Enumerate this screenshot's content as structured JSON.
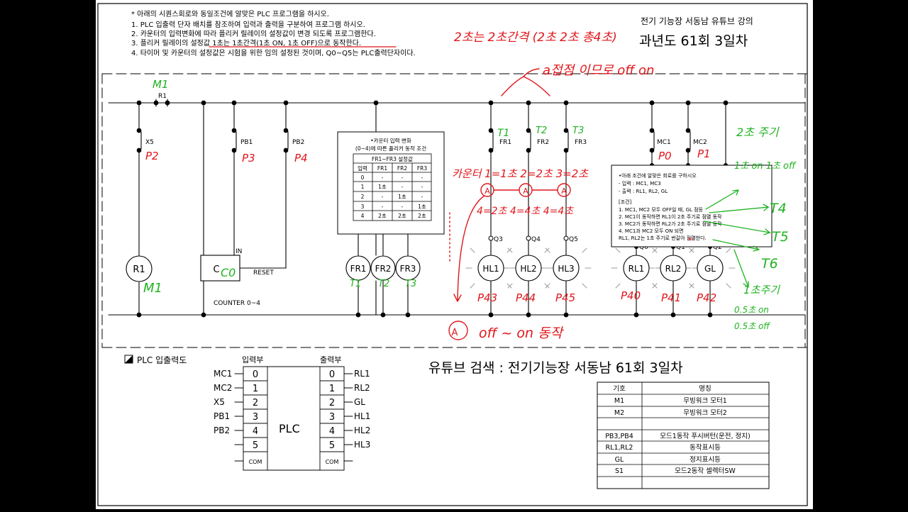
{
  "header": {
    "instructions": [
      "* 아래의 시퀀스회로와 동일조건에 알맞은 PLC 프로그램을 하시오.",
      "1. PLC 입출력 단자 배치를 참조하여 입력과 출력을 구분하여 프로그램 하시오.",
      "2. 카운터의 입력변화에 따라 플리커 릴레이의 설정값이 변경 되도록 프로그램한다.",
      "3. 플리커 릴레이의 설정값 1초는 1초간격(1초 ON, 1초 OFF)으로 동작한다.",
      "4. 타이머 및 카운터의 설정값은 시험을 위한 임의 설정된 것이며, Q0~Q5는 PLC출력단자이다."
    ],
    "channel": "전기 기능장 서동남 유튜브 강의",
    "session": "과년도 61회 3일차"
  },
  "ladder": {
    "r1_contact": "R1",
    "contacts": [
      "X5",
      "PB1",
      "PB2",
      "FR1",
      "FR2",
      "FR3",
      "MC1",
      "MC2"
    ],
    "q_labels": [
      "Q3",
      "Q4",
      "Q5",
      "Q0",
      "Q1",
      "Q2"
    ],
    "coils": [
      "R1",
      "C",
      "FR1",
      "FR2",
      "FR3",
      "HL1",
      "HL2",
      "HL3",
      "RL1",
      "RL2",
      "GL"
    ],
    "counter_in": "IN",
    "counter_reset": "RESET",
    "counter_caption": "COUNTER 0~4"
  },
  "flicker_box": {
    "title_line1": "•카운터 입력 변화",
    "title_line2": "(0~4)에 따른 플리커 동작 조건",
    "table_title": "FR1~FR3 설정값",
    "columns": [
      "입력",
      "FR1",
      "FR2",
      "FR3"
    ],
    "rows": [
      [
        "0",
        "-",
        "-",
        "-"
      ],
      [
        "1",
        "1초",
        "-",
        "-"
      ],
      [
        "2",
        "-",
        "1초",
        "-"
      ],
      [
        "3",
        "-",
        "-",
        "1초"
      ],
      [
        "4",
        "2초",
        "2초",
        "2초"
      ]
    ]
  },
  "condition_box": {
    "lines": [
      "•아래 조건에 알맞은 회로를 구하시오",
      "- 입력 : MC1, MC3",
      "- 출력 : RL1, RL2, GL",
      "[조건]",
      "1. MC1, MC2 모두 OFF일 때, GL 점등",
      "2. MC1이 동작하면 RL1이 2초 주기로 점멸 동작",
      "3. MC2가 동작하면 RL2가 2초 주기로 점멸 동작",
      "4. MC1과 MC2 모두 ON 되면",
      "   RL1, RL2는 1초 주기로 번갈아 점멸한다."
    ]
  },
  "handwriting": {
    "top_interval": "2초는 2초간격 (2초 2초 총4초)",
    "a_contact": "a접점 이므로 off on",
    "t1": "T1",
    "t2": "T2",
    "t3": "T3",
    "m1_top": "M1",
    "m1_bottom": "M1",
    "p2": "P2",
    "p3": "P3",
    "p4": "P4",
    "c0": "C0",
    "p0": "P0",
    "p1": "P1",
    "counter_note": "카운터 1=1초 2=2초 3=2초",
    "four_note": "4=2초 4=4초 4=4초",
    "fr_t1": "T1",
    "fr_t2": "T2",
    "fr_t3": "T3",
    "p43": "P43",
    "p44": "P44",
    "p45": "P45",
    "p40": "P40",
    "p41": "P41",
    "p42": "P42",
    "cycle2": "2초 주기",
    "on_off1": "1초 on 1초 off",
    "t4": "T4",
    "t5": "T5",
    "t6": "T6",
    "cycle1": "1초주기",
    "half_on": "0.5초 on",
    "half_off": "0.5초 off",
    "a_note": "off ~ on 동작"
  },
  "plc_io": {
    "title": "PLC 입출력도",
    "input_header": "입력부",
    "output_header": "출력부",
    "center": "PLC",
    "inputs": [
      {
        "label": "MC1",
        "num": "0"
      },
      {
        "label": "MC2",
        "num": "1"
      },
      {
        "label": "X5",
        "num": "2"
      },
      {
        "label": "PB1",
        "num": "3"
      },
      {
        "label": "PB2",
        "num": "4"
      },
      {
        "label": "",
        "num": "5"
      }
    ],
    "outputs": [
      {
        "label": "RL1",
        "num": "0"
      },
      {
        "label": "RL2",
        "num": "1"
      },
      {
        "label": "GL",
        "num": "2"
      },
      {
        "label": "HL1",
        "num": "3"
      },
      {
        "label": "HL2",
        "num": "4"
      },
      {
        "label": "HL3",
        "num": "5"
      }
    ],
    "com": "COM"
  },
  "search_caption": "유튜브 검색 : 전기기능장 서동남 61회 3일차",
  "legend": {
    "headers": [
      "기호",
      "명칭"
    ],
    "rows": [
      [
        "M1",
        "무빙워크 모터1"
      ],
      [
        "M2",
        "무빙워크 모터2"
      ],
      [
        "",
        ""
      ],
      [
        "PB3,PB4",
        "모드1동작 푸시버턴(운전, 정지)"
      ],
      [
        "RL1,RL2",
        "동작표시등"
      ],
      [
        "GL",
        "정지표시등"
      ],
      [
        "S1",
        "모드2동작 셀렉터SW"
      ],
      [
        "",
        ""
      ]
    ]
  },
  "colors": {
    "ink": "#000000",
    "red": "#e0161b",
    "green": "#1fb31f",
    "bg": "#000000",
    "paper": "#ffffff"
  }
}
